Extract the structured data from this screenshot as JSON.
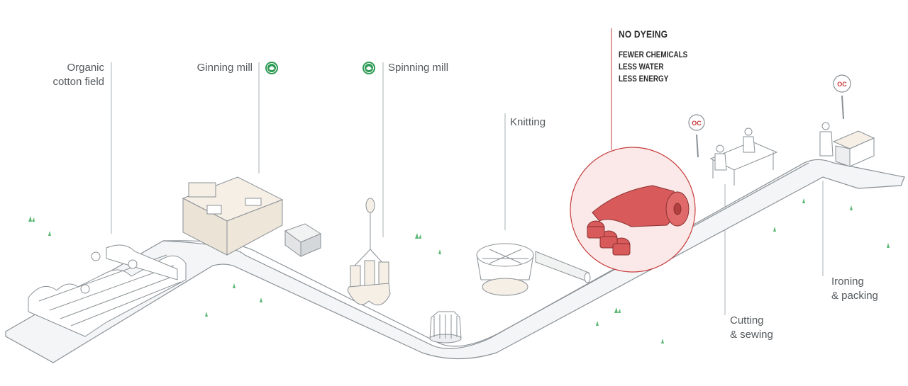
{
  "stages": {
    "cotton_field": [
      "Organic",
      "cotton field"
    ],
    "ginning_mill": "Ginning mill",
    "spinning_mill": "Spinning mill",
    "knitting": "Knitting",
    "cutting_sewing": [
      "Cutting",
      "& sewing"
    ],
    "ironing_packing": [
      "Ironing",
      "& packing"
    ]
  },
  "highlight": {
    "title": "NO DYEING",
    "benefits": [
      "FEWER CHEMICALS",
      "LESS WATER",
      "LESS ENERGY"
    ]
  },
  "signs": {
    "text": "OC"
  },
  "colors": {
    "line": "#8a9196",
    "path_fill": "#f3f5f6",
    "accent_red": "#c73c3c",
    "highlight_fill": "#fbe9e9",
    "cert_green": "#2e9a55",
    "plant_green": "#5cb874",
    "label": "#555a5e"
  },
  "icons": [
    "certified-organic-icon",
    "certified-organic-icon"
  ]
}
